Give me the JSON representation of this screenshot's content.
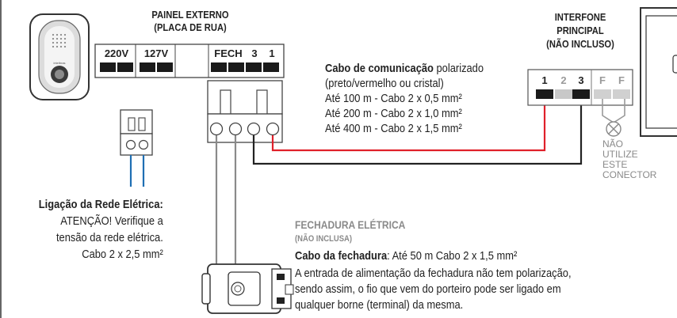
{
  "panel": {
    "title_line1": "PAINEL EXTERNO",
    "title_line2": "(PLACA DE RUA)",
    "terminals": [
      "220V",
      "127V",
      "FECH",
      "3",
      "1"
    ]
  },
  "interfone": {
    "title_line1": "INTERFONE",
    "title_line2": "PRINCIPAL",
    "title_line3": "(NÃO INCLUSO)",
    "terminals": [
      "1",
      "2",
      "3",
      "F",
      "F"
    ]
  },
  "nao_utilize": [
    "NÃO",
    "UTILIZE",
    "ESTE",
    "CONECTOR"
  ],
  "comunicacao": {
    "title_bold": "Cabo de comunicação",
    "title_rest": " polarizado",
    "line2": "(preto/vermelho ou cristal)",
    "line3": "Até 100 m - Cabo 2 x 0,5 mm²",
    "line4": "Até 200 m - Cabo 2 x 1,0 mm²",
    "line5": "Até 400 m - Cabo 2 x 1,5 mm²"
  },
  "rede": {
    "title": "Ligação da Rede Elétrica:",
    "line2": "ATENÇÃO! Verifique a",
    "line3": "tensão da rede elétrica.",
    "line4": "Cabo 2 x 2,5 mm²"
  },
  "fechadura": {
    "title": "FECHADURA ELÉTRICA",
    "subtitle": "(NÃO INCLUSA)",
    "cabo_bold": "Cabo da fechadura",
    "cabo_rest": ": Até 50 m Cabo 2 x 1,5 mm²",
    "desc1": "A entrada de alimentação da fechadura não tem polarização,",
    "desc2": "sendo assim, o fio que vem do porteiro pode ser ligado em",
    "desc3": "qualquer borne (terminal) da mesma."
  },
  "doorbell": {
    "brand": "intelbras"
  },
  "colors": {
    "red_wire": "#e0202a",
    "black_wire": "#222222",
    "blue_wire": "#1f6fb3",
    "gray_wire": "#9a9a9a"
  }
}
